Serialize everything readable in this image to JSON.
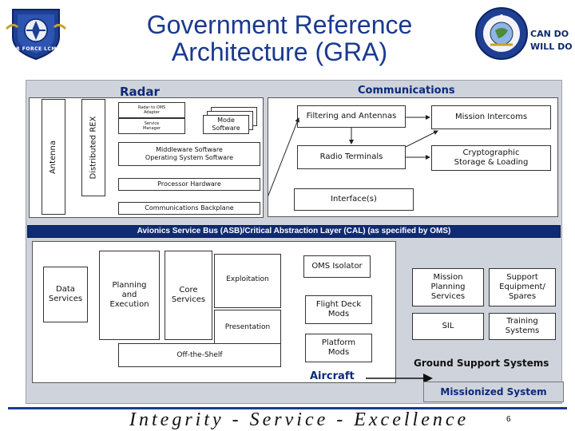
{
  "title": {
    "line1": "Government Reference",
    "line2": "Architecture (GRA)"
  },
  "logo_left": {
    "text": "AIR FORCE LCMC"
  },
  "logo_right": {
    "motto1": "CAN DO",
    "motto2": "WILL DO"
  },
  "radar": {
    "title": "Radar",
    "antenna": "Antenna",
    "distributed_rex": "Distributed REX",
    "radar_oms_adapter": "Radar to OMS Adapter",
    "service_manager": "Service Manager",
    "mode_software": "Mode Software",
    "middleware": "Middleware Software",
    "os_software": "Operating System Software",
    "processor_hardware": "Processor Hardware",
    "comm_backplane": "Communications Backplane"
  },
  "communications": {
    "title": "Communications",
    "filtering": "Filtering and Antennas",
    "mission_intercoms": "Mission Intercoms",
    "radio_terminals": "Radio Terminals",
    "crypto": "Cryptographic Storage & Loading",
    "interfaces": "Interface(s)"
  },
  "asb": "Avionics Service Bus (ASB)/Critical Abstraction Layer (CAL) (as specified by OMS)",
  "aircraft": {
    "label": "Aircraft",
    "data_services": "Data Services",
    "planning_execution": "Planning and Execution",
    "core_services": "Core Services",
    "exploitation": "Exploitation",
    "presentation": "Presentation",
    "off_the_shelf": "Off-the-Shelf",
    "oms_isolator": "OMS Isolator",
    "flight_deck": "Flight Deck Mods",
    "platform_mods": "Platform Mods"
  },
  "ground": {
    "mission_planning": "Mission Planning Services",
    "support_equipment": "Support Equipment/ Spares",
    "sil": "SIL",
    "training": "Training Systems",
    "label": "Ground Support Systems"
  },
  "missionized": "Missionized System",
  "footer": {
    "motto": "Integrity - Service - Excellence",
    "page": "6"
  }
}
